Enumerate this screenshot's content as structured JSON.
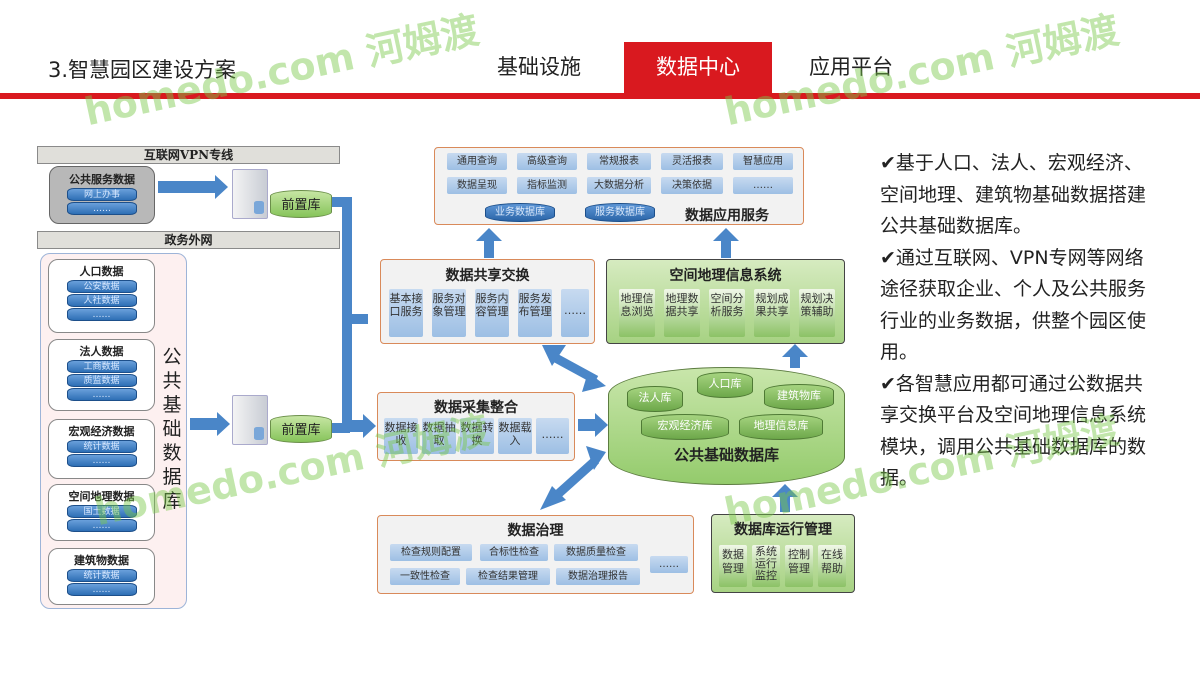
{
  "header": {
    "title": "3.智慧园区建设方案",
    "tabs": [
      {
        "label": "基础设施"
      },
      {
        "label": "数据中心",
        "active": true
      },
      {
        "label": "应用平台"
      }
    ]
  },
  "colors": {
    "accent": "#d9191f",
    "arrow": "#4a86c8",
    "green": "#94cb6c"
  },
  "left": {
    "internet_bar": "互联网VPN专线",
    "public_service": {
      "title": "公共服务数据",
      "items": [
        "网上办事",
        "……"
      ]
    },
    "gov_bar": "政务外网",
    "vertical_label": "公共基础数据库",
    "groups": [
      {
        "title": "人口数据",
        "items": [
          "公安数据",
          "人社数据",
          "……"
        ]
      },
      {
        "title": "法人数据",
        "items": [
          "工商数据",
          "质监数据",
          "……"
        ]
      },
      {
        "title": "宏观经济数据",
        "items": [
          "统计数据",
          "……"
        ]
      },
      {
        "title": "空间地理数据",
        "items": [
          "国土数据",
          "……"
        ]
      },
      {
        "title": "建筑物数据",
        "items": [
          "统计数据",
          "……"
        ]
      }
    ],
    "front_db": "前置库"
  },
  "app_service": {
    "title": "数据应用服务",
    "items": [
      "通用查询",
      "高级查询",
      "常规报表",
      "灵活报表",
      "智慧应用",
      "数据呈现",
      "指标监测",
      "大数据分析",
      "决策依据",
      "……"
    ],
    "dbs": [
      "业务数据库",
      "服务数据库"
    ]
  },
  "share": {
    "title": "数据共享交换",
    "items": [
      "基本接口服务",
      "服务对象管理",
      "服务内容管理",
      "服务发布管理",
      "……"
    ]
  },
  "gis": {
    "title": "空间地理信息系统",
    "items": [
      "地理信息浏览",
      "地理数据共享",
      "空间分析服务",
      "规划成果共享",
      "规划决策辅助"
    ]
  },
  "collect": {
    "title": "数据采集整合",
    "items": [
      "数据接收",
      "数据抽取",
      "数据转换",
      "数据载入",
      "……"
    ]
  },
  "core_db": {
    "title": "公共基础数据库",
    "libs": [
      "人口库",
      "法人库",
      "建筑物库",
      "宏观经济库",
      "地理信息库"
    ]
  },
  "governance": {
    "title": "数据治理",
    "items": [
      "检查规则配置",
      "合标性检查",
      "数据质量检查",
      "一致性检查",
      "检查结果管理",
      "数据治理报告",
      "……"
    ]
  },
  "db_ops": {
    "title": "数据库运行管理",
    "items": [
      "数据管理",
      "系统运行监控",
      "控制管理",
      "在线帮助"
    ]
  },
  "bullets": [
    "✔基于人口、法人、宏观经济、空间地理、建筑物基础数据搭建公共基础数据库。",
    "✔通过互联网、VPN专网等网络途径获取企业、个人及公共服务行业的业务数据，供整个园区使用。",
    "✔各智慧应用都可通过公数据共享交换平台及空间地理信息系统模块，调用公共基础数据库的数据。"
  ],
  "watermark": "homedo.com 河姆渡"
}
